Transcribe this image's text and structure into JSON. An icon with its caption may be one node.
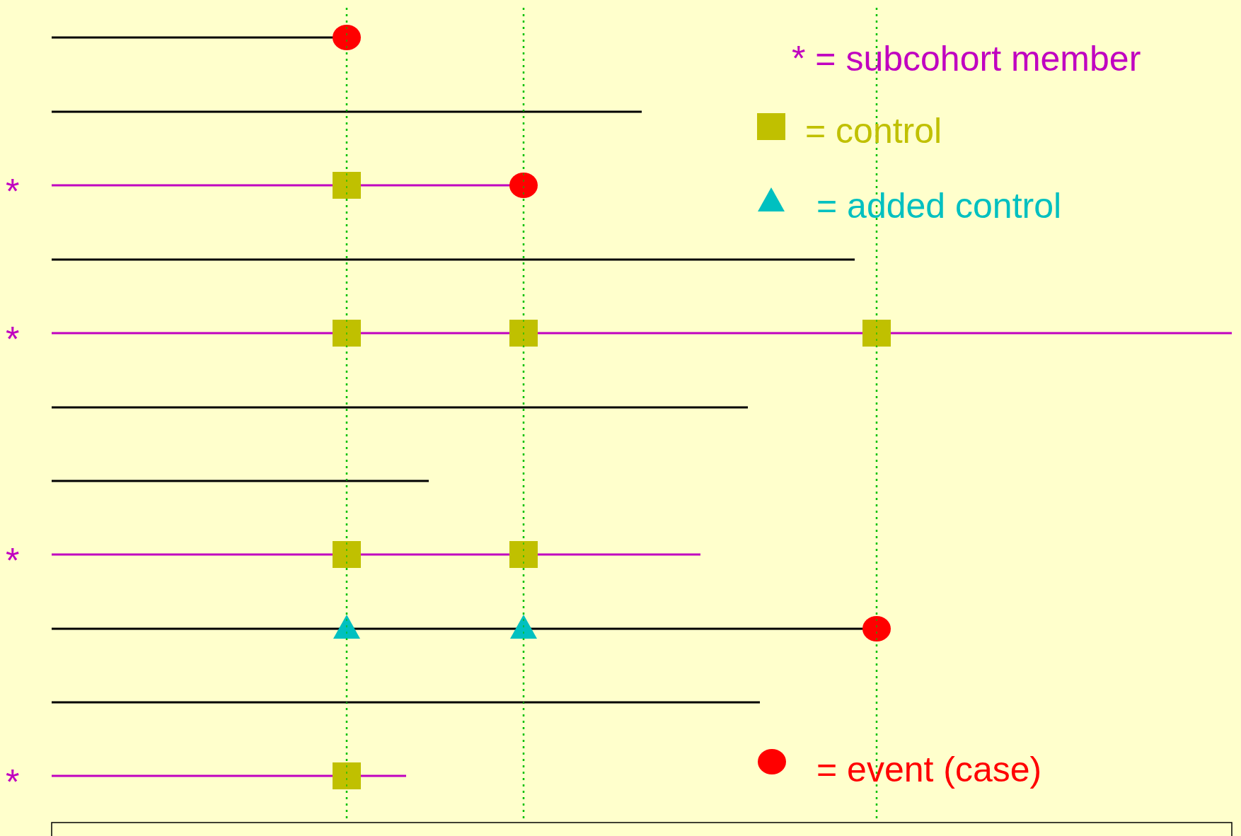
{
  "diagram": {
    "labels": [
      "*",
      "*",
      "*",
      "*"
    ],
    "legend": [
      {
        "text": "* = subcohort member"
      },
      {
        "text": "= control"
      },
      {
        "text": "= added control"
      },
      {
        "text": "= event (case)"
      }
    ]
  }
}
